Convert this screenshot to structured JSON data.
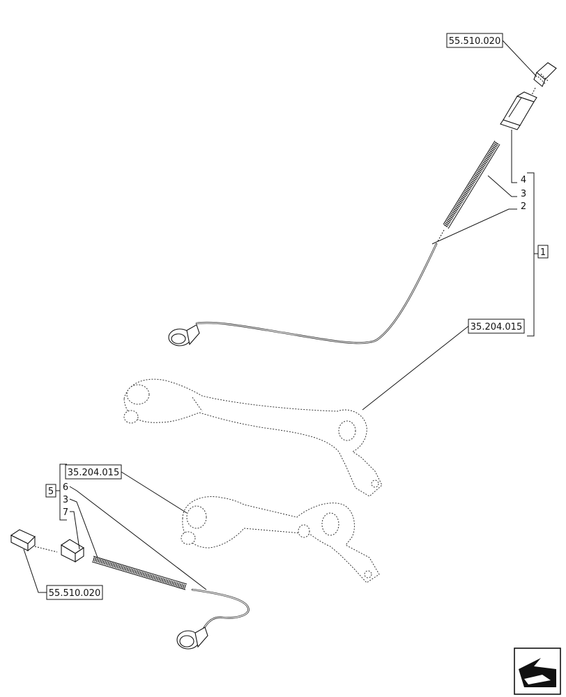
{
  "references": {
    "top_connector_ref": "55.510.020",
    "upper_lever_ref": "35.204.015",
    "lower_lever_ref": "35.204.015",
    "bottom_connector_ref": "55.510.020"
  },
  "callouts": {
    "upper_group": [
      "4",
      "3",
      "2"
    ],
    "upper_assembly": "1",
    "lower_group": [
      "6",
      "3",
      "7"
    ],
    "lower_assembly": "5"
  },
  "nav": {
    "icon": "arrow-navigation-icon"
  }
}
